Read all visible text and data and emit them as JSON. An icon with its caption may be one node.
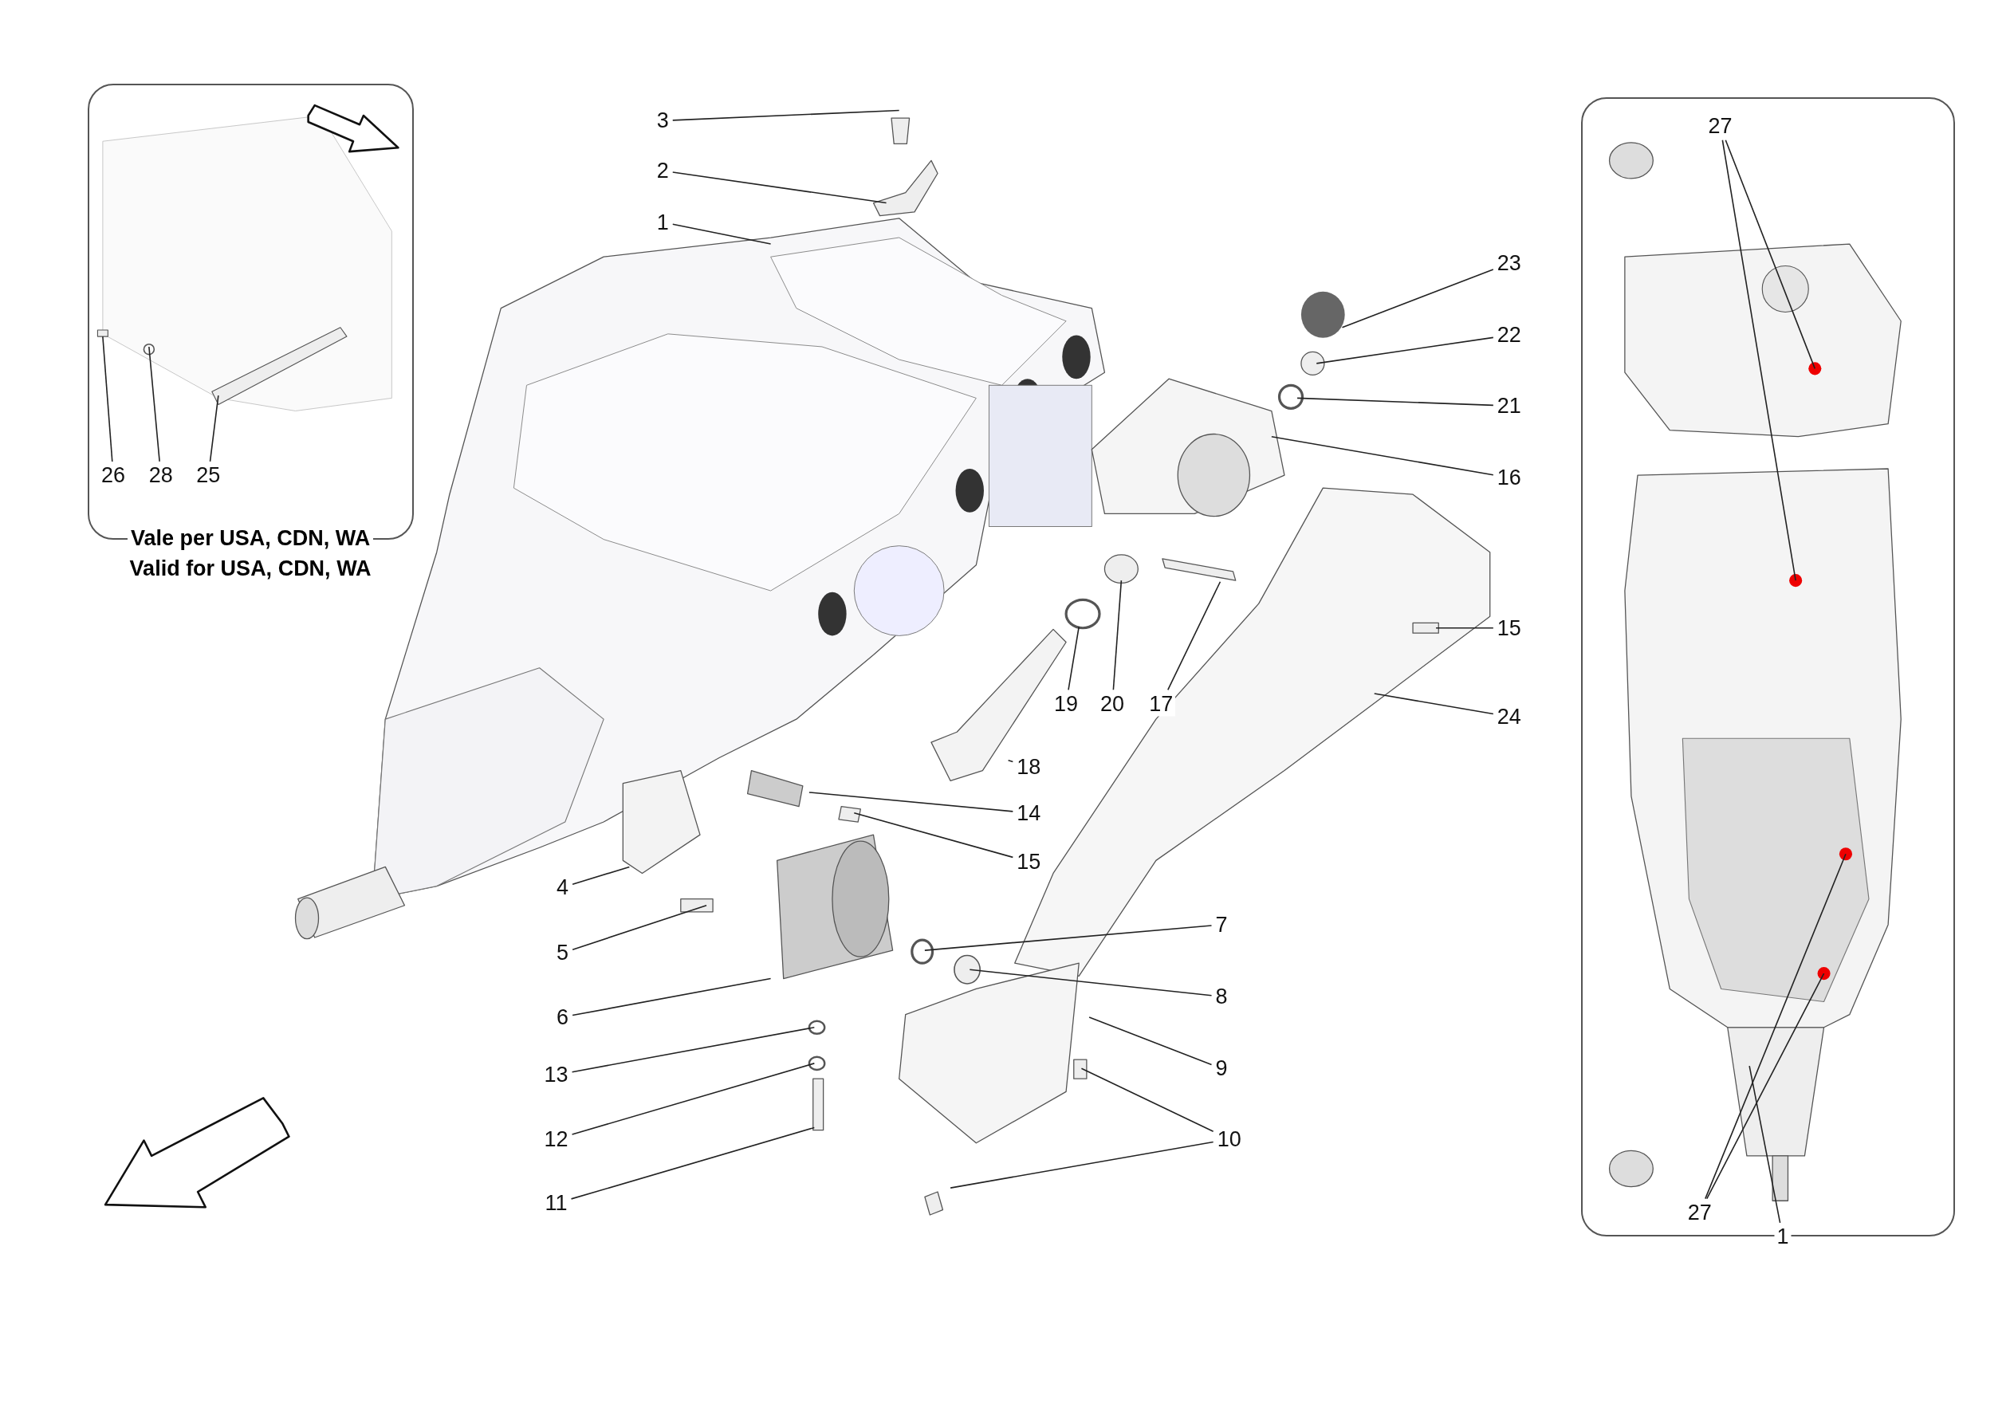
{
  "diagram": {
    "nodes": [
      {
        "text": [
          "Vale per USA, CDN, WA",
          "Valid for USA, CDN, WA"
        ]
      },
      {
        "text": [
          "26"
        ],
        "in": 0
      },
      {
        "text": [
          "28"
        ],
        "in": 0
      },
      {
        "text": [
          "25"
        ],
        "in": 0
      },
      {
        "text": [
          "3"
        ]
      },
      {
        "text": [
          "2"
        ]
      },
      {
        "text": [
          "1"
        ]
      },
      {
        "text": [
          "23"
        ]
      },
      {
        "text": [
          "22"
        ]
      },
      {
        "text": [
          "21"
        ]
      },
      {
        "text": [
          "16"
        ]
      },
      {
        "text": [
          "15"
        ]
      },
      {
        "text": [
          "24"
        ]
      },
      {
        "text": [
          "19"
        ]
      },
      {
        "text": [
          "20"
        ]
      },
      {
        "text": [
          "17"
        ]
      },
      {
        "text": [
          "18"
        ]
      },
      {
        "text": [
          "14"
        ]
      },
      {
        "text": [
          "15"
        ]
      },
      {
        "text": [
          "4"
        ]
      },
      {
        "text": [
          "5"
        ]
      },
      {
        "text": [
          "6"
        ]
      },
      {
        "text": [
          "7"
        ]
      },
      {
        "text": [
          "8"
        ]
      },
      {
        "text": [
          "9"
        ]
      },
      {
        "text": [
          "13"
        ]
      },
      {
        "text": [
          "12"
        ]
      },
      {
        "text": [
          "11"
        ]
      },
      {
        "text": [
          "10"
        ]
      },
      {
        "text": [],
        "shape": "box"
      },
      {
        "text": [
          "27"
        ],
        "in": 29
      },
      {
        "text": [
          "27"
        ],
        "in": 29
      },
      {
        "text": [
          "1"
        ]
      }
    ],
    "edges": [
      {
        "from": 1,
        "to": null,
        "arrow": "none"
      },
      {
        "from": 2,
        "to": null,
        "arrow": "none"
      },
      {
        "from": 3,
        "to": null,
        "arrow": "none"
      },
      {
        "from": 4,
        "to": null,
        "arrow": "none"
      },
      {
        "from": 5,
        "to": null,
        "arrow": "none"
      },
      {
        "from": 6,
        "to": null,
        "arrow": "none"
      },
      {
        "from": 7,
        "to": null,
        "arrow": "none"
      },
      {
        "from": 8,
        "to": null,
        "arrow": "none"
      },
      {
        "from": 9,
        "to": null,
        "arrow": "none"
      },
      {
        "from": 10,
        "to": null,
        "arrow": "none"
      },
      {
        "from": 11,
        "to": null,
        "arrow": "none"
      },
      {
        "from": 12,
        "to": null,
        "arrow": "none"
      },
      {
        "from": 13,
        "to": null,
        "arrow": "none"
      },
      {
        "from": 14,
        "to": null,
        "arrow": "none"
      },
      {
        "from": 15,
        "to": null,
        "arrow": "none"
      },
      {
        "from": 16,
        "to": null,
        "arrow": "none"
      },
      {
        "from": 17,
        "to": null,
        "arrow": "none"
      },
      {
        "from": 18,
        "to": null,
        "arrow": "none"
      },
      {
        "from": 19,
        "to": null,
        "arrow": "none"
      },
      {
        "from": 20,
        "to": null,
        "arrow": "none"
      },
      {
        "from": 21,
        "to": null,
        "arrow": "none"
      },
      {
        "from": 22,
        "to": null,
        "arrow": "none"
      },
      {
        "from": 23,
        "to": null,
        "arrow": "none"
      },
      {
        "from": 24,
        "to": null,
        "arrow": "none"
      },
      {
        "from": 25,
        "to": null,
        "arrow": "none"
      },
      {
        "from": 26,
        "to": null,
        "arrow": "none"
      },
      {
        "from": 27,
        "to": null,
        "arrow": "none"
      },
      {
        "from": 28,
        "to": null,
        "arrow": "none"
      },
      {
        "from": 28,
        "to": null,
        "arrow": "none"
      },
      {
        "from": 30,
        "to": null,
        "arrow": "none"
      },
      {
        "from": 30,
        "to": null,
        "arrow": "none"
      },
      {
        "from": 31,
        "to": null,
        "arrow": "none"
      },
      {
        "from": 31,
        "to": null,
        "arrow": "none"
      },
      {
        "from": 32,
        "to": null,
        "arrow": "none"
      }
    ]
  }
}
